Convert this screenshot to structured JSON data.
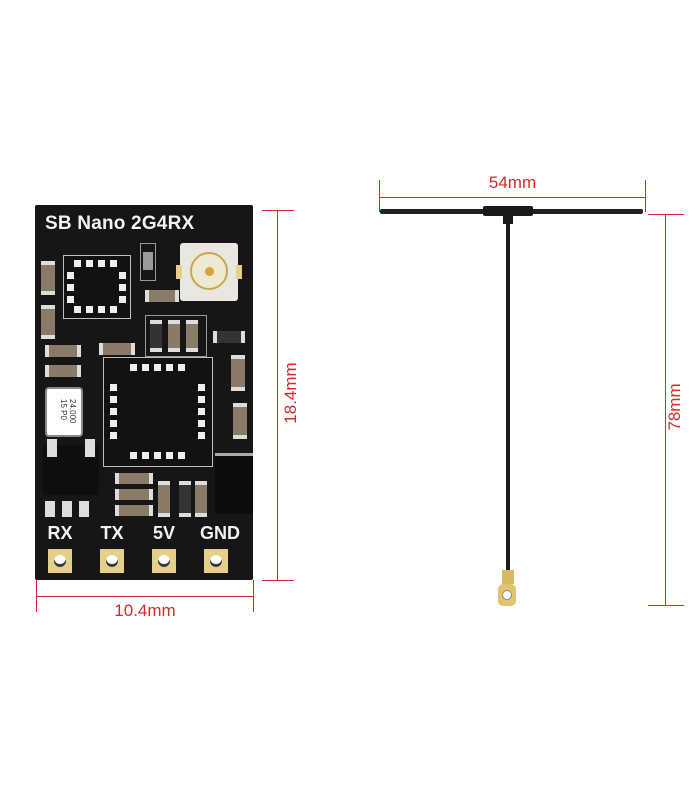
{
  "receiver": {
    "title": "SB Nano  2G4RX",
    "crystal_text": [
      "24.000",
      "15 P0"
    ],
    "pins": [
      {
        "label": "RX"
      },
      {
        "label": "TX"
      },
      {
        "label": "5V"
      },
      {
        "label": "GND"
      }
    ],
    "width_label": "10.4mm",
    "height_label": "18.4mm"
  },
  "antenna": {
    "width_label": "54mm",
    "length_label": "78mm"
  },
  "colors": {
    "dimension": "#d42a2a",
    "pcb": "#161616",
    "pad_gold": "#e6cf8a"
  }
}
